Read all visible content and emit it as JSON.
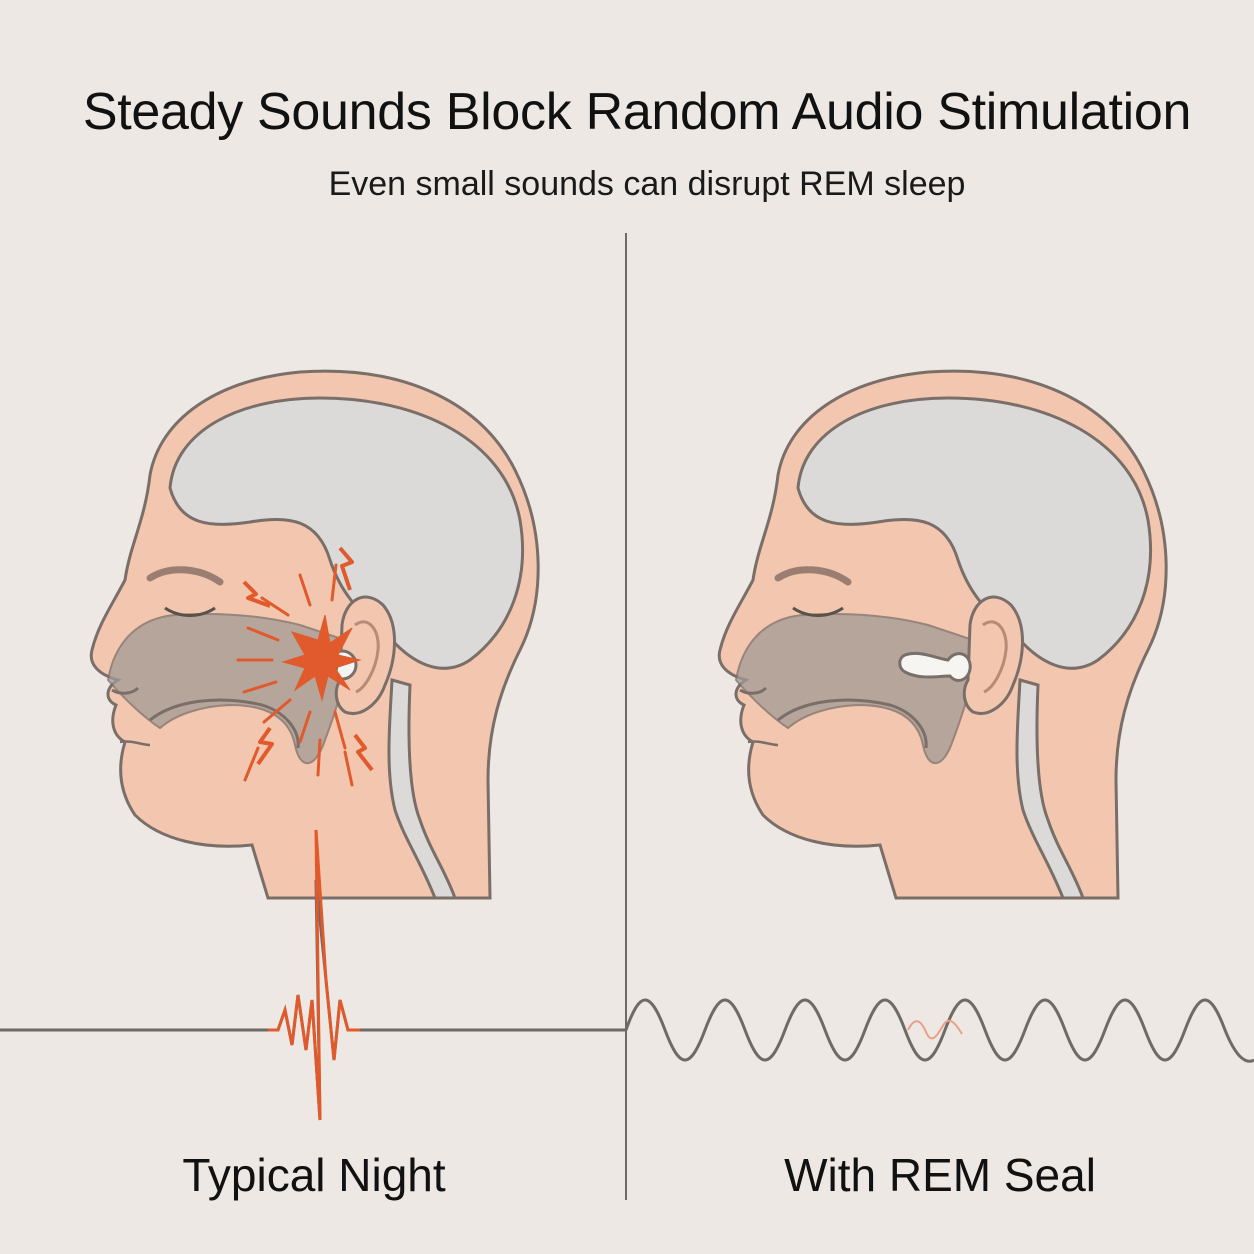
{
  "header": {
    "title": "Steady Sounds Block Random Audio Stimulation",
    "subtitle": "Even small sounds can disrupt REM sleep"
  },
  "panels": [
    {
      "label": "Typical Night"
    },
    {
      "label": "With REM Seal"
    }
  ],
  "colors": {
    "background": "#ede8e3",
    "skin": "#f2c6af",
    "skin_outline": "#7a6e69",
    "brain": "#dcdad8",
    "airway": "#a39a95",
    "disruption": "#e05a2b",
    "steady_wave": "#6e6a68"
  }
}
